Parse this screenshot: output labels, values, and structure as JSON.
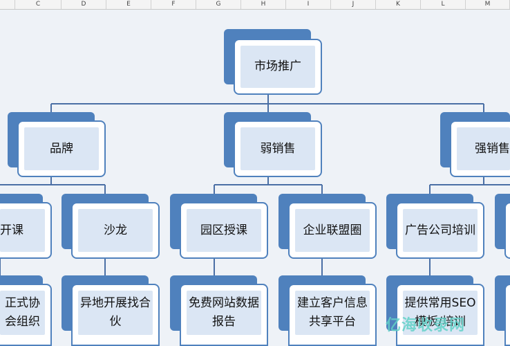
{
  "columns": [
    "C",
    "D",
    "E",
    "F",
    "G",
    "H",
    "I",
    "J",
    "K",
    "L",
    "M"
  ],
  "nodes": {
    "root": "市场推广",
    "brand": "品牌",
    "weak_sales": "弱销售",
    "strong_sales": "强销售",
    "open_class": "开课",
    "salon": "沙龙",
    "park_class": "园区授课",
    "alliance": "企业联盟圈",
    "ad_training": "广告公司培训",
    "formal_assoc": "正式协会组织",
    "offsite_salon": "异地开展找合伙",
    "free_report": "免费网站数据报告",
    "customer_info": "建立客户信息共享平台",
    "seo_service": "提供常用SEO模板/培训"
  },
  "watermark": "亿海收录网",
  "colors": {
    "accent": "#4f81bd",
    "fill": "#dbe6f4",
    "line": "#4a6fa5"
  }
}
